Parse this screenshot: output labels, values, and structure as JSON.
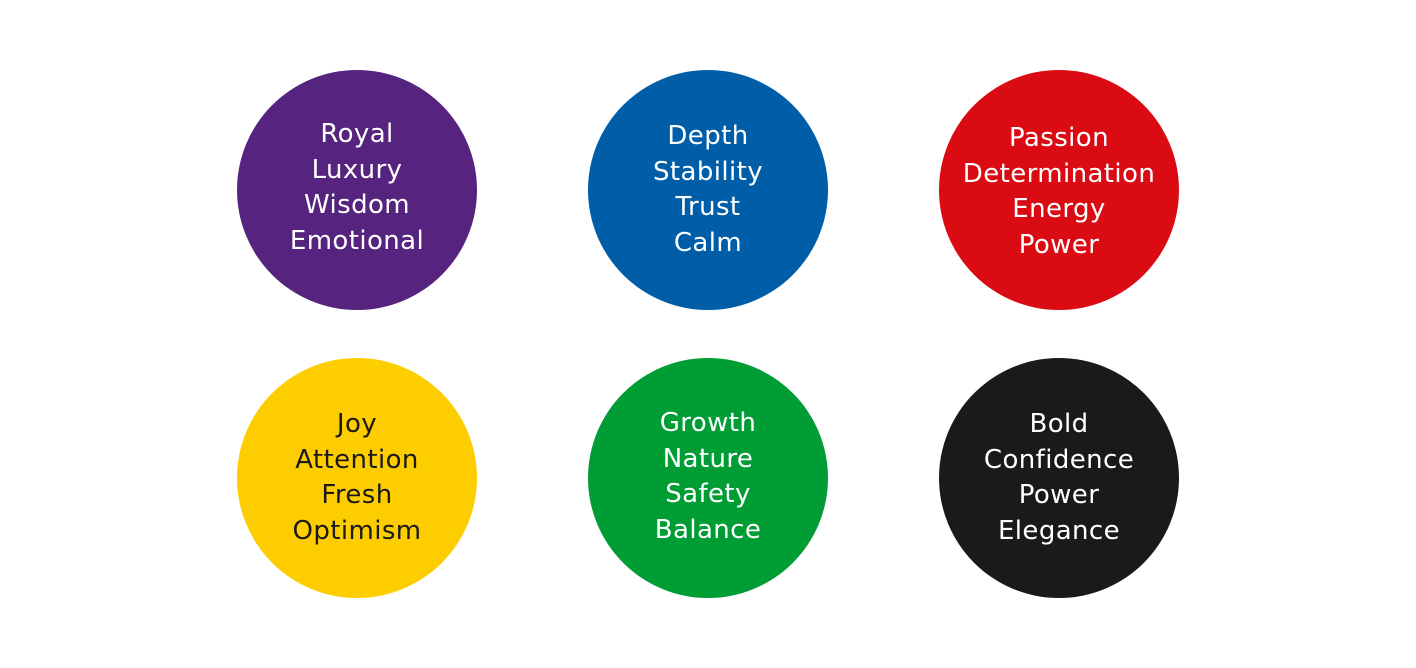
{
  "circles": [
    {
      "id": "c-purple",
      "name": "purple",
      "color": "#56247f",
      "text_color": "#ffffff",
      "words": [
        "Royal",
        "Luxury",
        "Wisdom",
        "Emotional"
      ]
    },
    {
      "id": "c-blue",
      "name": "blue",
      "color": "#005ea8",
      "text_color": "#ffffff",
      "words": [
        "Depth",
        "Stability",
        "Trust",
        "Calm"
      ]
    },
    {
      "id": "c-red",
      "name": "red",
      "color": "#db0b14",
      "text_color": "#ffffff",
      "words": [
        "Passion",
        "Determination",
        "Energy",
        "Power"
      ]
    },
    {
      "id": "c-yellow",
      "name": "yellow",
      "color": "#fecd00",
      "text_color": "#1a1a1a",
      "words": [
        "Joy",
        "Attention",
        "Fresh",
        "Optimism"
      ]
    },
    {
      "id": "c-green",
      "name": "green",
      "color": "#009d35",
      "text_color": "#ffffff",
      "words": [
        "Growth",
        "Nature",
        "Safety",
        "Balance"
      ]
    },
    {
      "id": "c-black",
      "name": "black",
      "color": "#1a1a1a",
      "text_color": "#ffffff",
      "words": [
        "Bold",
        "Confidence",
        "Power",
        "Elegance"
      ]
    }
  ]
}
